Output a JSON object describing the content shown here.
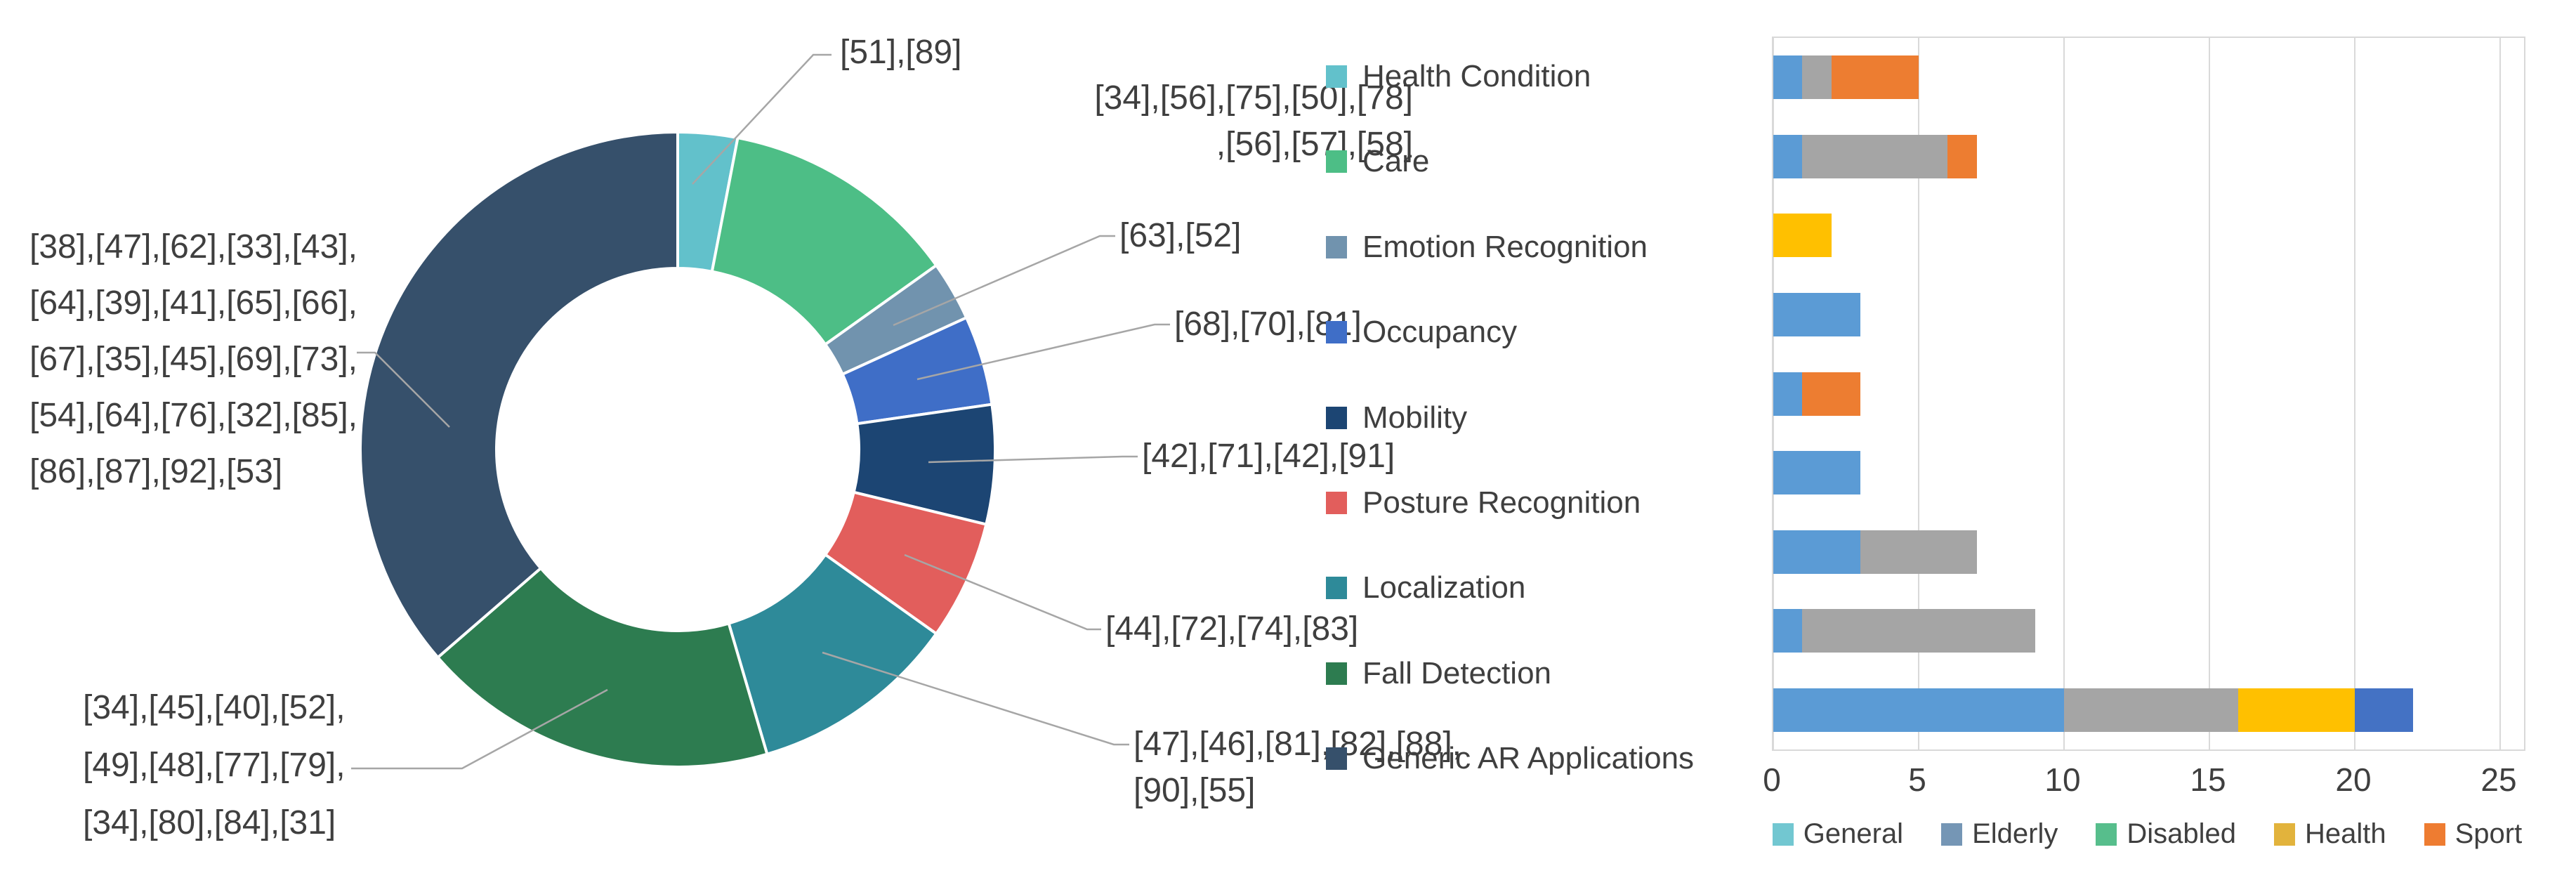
{
  "figure": {
    "background": "#FFFFFF",
    "text_color": "#3F3F3F",
    "leader_line_color": "#A6A6A6",
    "grid_color": "#D9D9D9"
  },
  "chart_data": [
    {
      "type": "pie",
      "subtype": "donut",
      "title": "",
      "legend_position": "right-column",
      "slices": [
        {
          "label": "Health Condition",
          "value": 2,
          "color": "#62C1CB",
          "refs_lines": [
            "[51],[89]"
          ]
        },
        {
          "label": "Care",
          "value": 8,
          "color": "#4DBE86",
          "refs_lines": [
            "[34],[56],[75],[50],[78]",
            ",[56],[57],[58]"
          ]
        },
        {
          "label": "Emotion Recognition",
          "value": 2,
          "color": "#7193AE",
          "refs_lines": [
            "[63],[52]"
          ]
        },
        {
          "label": "Occupancy",
          "value": 3,
          "color": "#3F6EC7",
          "refs_lines": [
            "[68],[70],[81]"
          ]
        },
        {
          "label": "Mobility",
          "value": 4,
          "color": "#1C4573",
          "refs_lines": [
            "[42],[71],[42],[91]"
          ]
        },
        {
          "label": "Posture Recognition",
          "value": 4,
          "color": "#E25E5C",
          "refs_lines": [
            "[44],[72],[74],[83]"
          ]
        },
        {
          "label": "Localization",
          "value": 7,
          "color": "#2E8A99",
          "refs_lines": [
            "[47],[46],[81],[82],[88],",
            "[90],[55]"
          ]
        },
        {
          "label": "Fall Detection",
          "value": 12,
          "color": "#2D7C50",
          "refs_lines": [
            "[34],[45],[40],[52],",
            "[49],[48],[77],[79],",
            "[34],[80],[84],[31]"
          ]
        },
        {
          "label": "Generic AR Applications",
          "value": 24,
          "color": "#36506B",
          "refs_lines": [
            "[38],[47],[62],[33],[43],",
            "[64],[39],[41],[65],[66],",
            "[67],[35],[45],[69],[73],",
            "[54],[64],[76],[32],[85],",
            "[86],[87],[92],[53]"
          ]
        }
      ]
    },
    {
      "type": "bar",
      "orientation": "horizontal",
      "stacked": true,
      "title": "",
      "categories": [
        "Health Condition",
        "Care",
        "Emotion Recognition",
        "Occupancy",
        "Mobility",
        "Posture Recognition",
        "Localization",
        "Fall Detection",
        "Generic AR Applications"
      ],
      "series": [
        {
          "name": "General",
          "color": "#5B9BD5",
          "values": [
            1,
            1,
            0,
            3,
            1,
            3,
            3,
            1,
            10
          ]
        },
        {
          "name": "Elderly",
          "color": "#A5A5A5",
          "values": [
            1,
            5,
            0,
            0,
            0,
            0,
            4,
            8,
            6
          ]
        },
        {
          "name": "Disabled",
          "color": "#ED7D31",
          "values": [
            3,
            1,
            0,
            0,
            2,
            0,
            0,
            0,
            0
          ]
        },
        {
          "name": "Health",
          "color": "#FFC000",
          "values": [
            0,
            0,
            2,
            0,
            0,
            0,
            0,
            0,
            4
          ]
        },
        {
          "name": "Sport",
          "color": "#4472C4",
          "values": [
            0,
            0,
            0,
            0,
            0,
            0,
            0,
            0,
            2
          ]
        }
      ],
      "totals": [
        5,
        7,
        2,
        3,
        3,
        3,
        7,
        9,
        22
      ],
      "xlim": [
        0,
        25
      ],
      "xticks": [
        "0",
        "5",
        "10",
        "15",
        "20",
        "25"
      ],
      "grid": true,
      "legend_position": "bottom",
      "legend": [
        {
          "label": "General",
          "color": "#72C7D1"
        },
        {
          "label": "Elderly",
          "color": "#7596B5"
        },
        {
          "label": "Disabled",
          "color": "#57BE8C"
        },
        {
          "label": "Health",
          "color": "#E2B33C"
        },
        {
          "label": "Sport",
          "color": "#EE7C31"
        }
      ]
    }
  ],
  "donut_legend": {
    "items": [
      {
        "label": "Health Condition",
        "color": "#62C1CB"
      },
      {
        "label": "Care",
        "color": "#4DBE86"
      },
      {
        "label": "Emotion Recognition",
        "color": "#7193AE"
      },
      {
        "label": "Occupancy",
        "color": "#3F6EC7"
      },
      {
        "label": "Mobility",
        "color": "#1C4573"
      },
      {
        "label": "Posture Recognition",
        "color": "#E25E5C"
      },
      {
        "label": "Localization",
        "color": "#2E8A99"
      },
      {
        "label": "Fall Detection",
        "color": "#2D7C50"
      },
      {
        "label": "Generic AR Applications",
        "color": "#36506B"
      }
    ]
  }
}
